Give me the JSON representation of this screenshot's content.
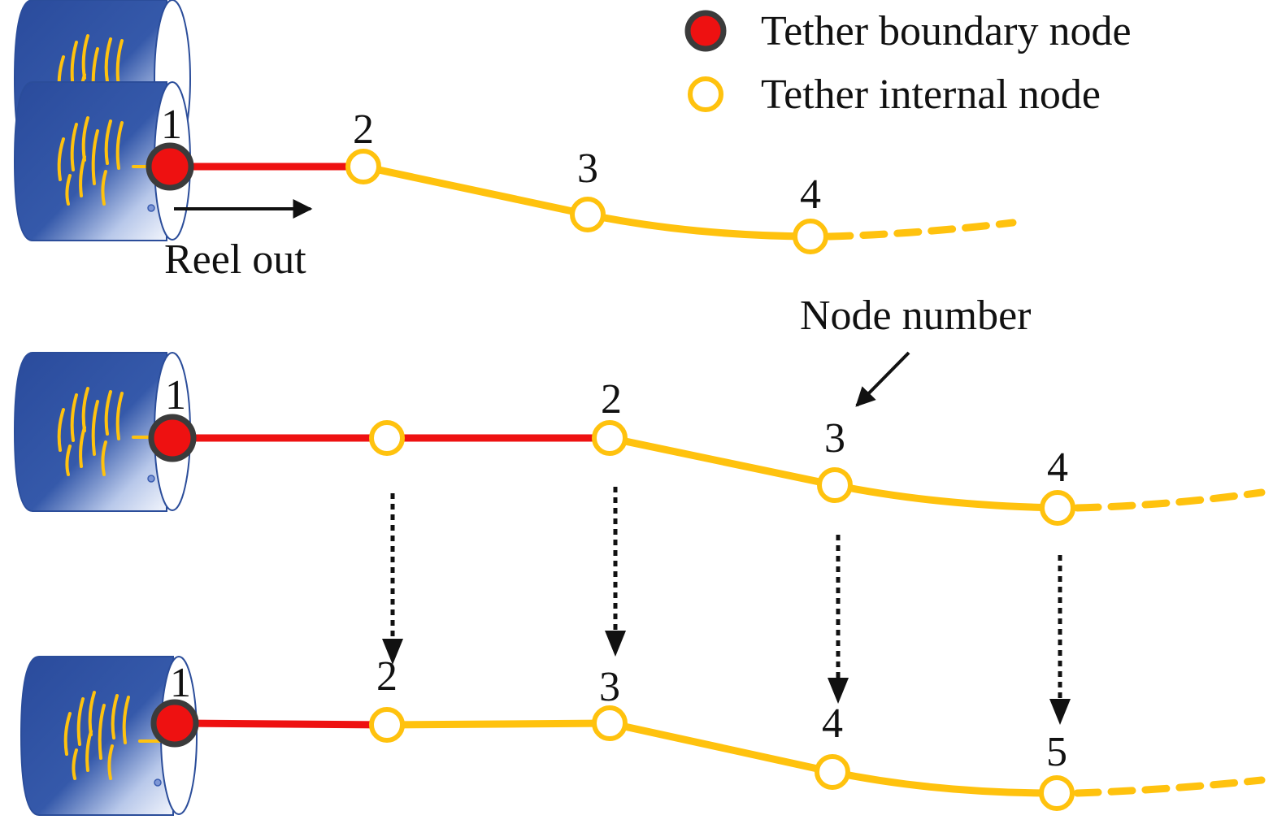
{
  "legend": {
    "boundary_label": "Tether boundary node",
    "internal_label": "Tether internal node"
  },
  "callouts": {
    "reel_out": "Reel out",
    "node_number": "Node number"
  },
  "rows": [
    {
      "id": "top",
      "node_labels": [
        "1",
        "2",
        "3",
        "4"
      ]
    },
    {
      "id": "middle",
      "node_labels": [
        "1",
        "2",
        "3",
        "4"
      ]
    },
    {
      "id": "bottom",
      "node_labels": [
        "1",
        "2",
        "3",
        "4",
        "5"
      ]
    }
  ],
  "colors": {
    "boundary_node": "#ee1111",
    "internal_node": "#ffc20e",
    "tether_fixed": "#ee1111",
    "tether_free": "#ffc20e",
    "drum": "#2b4d9a"
  }
}
